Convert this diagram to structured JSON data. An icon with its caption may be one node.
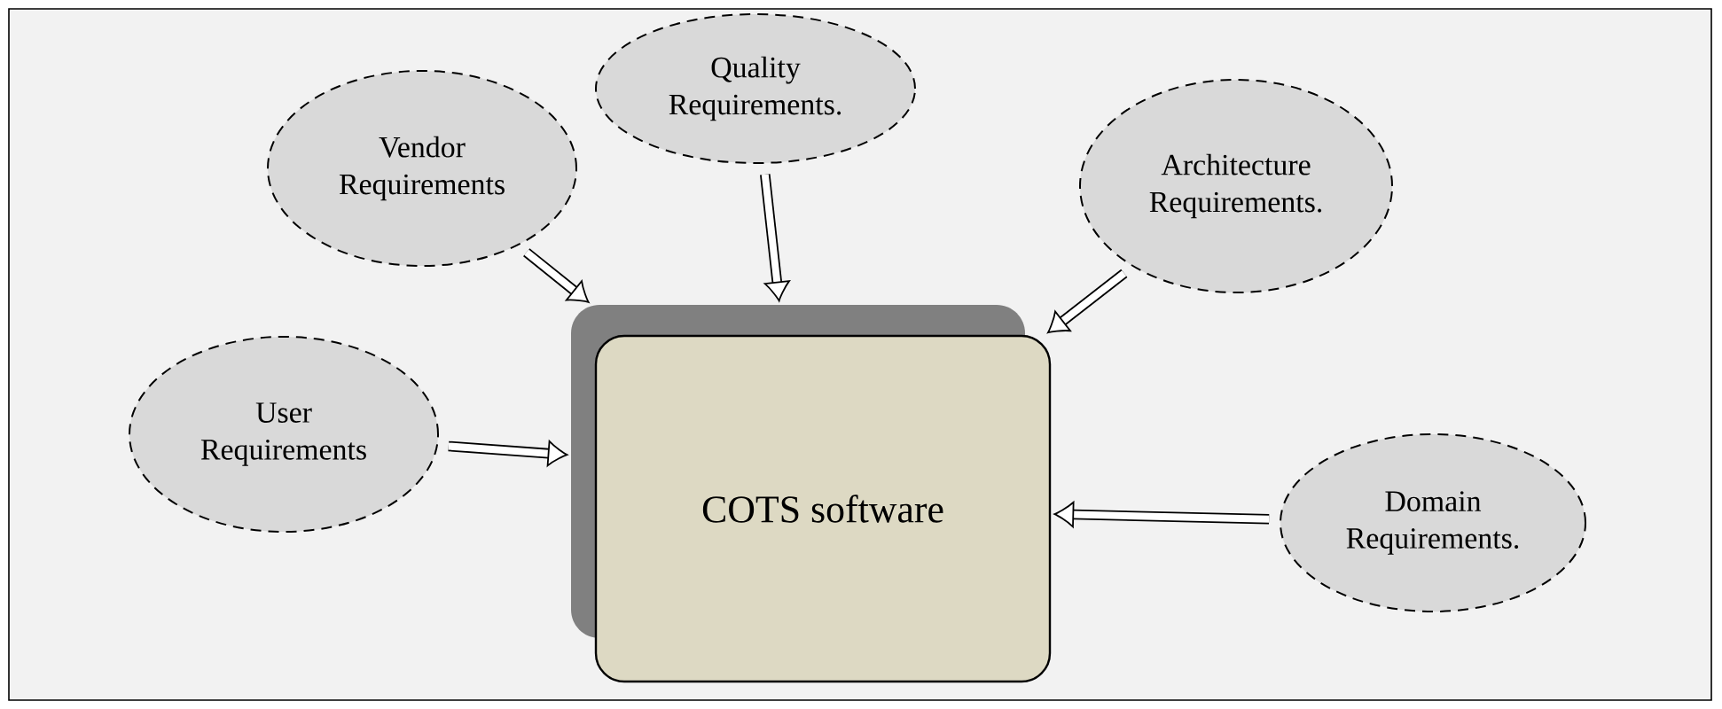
{
  "diagram": {
    "nodes": [
      {
        "text": [
          "Vendor Requirements"
        ]
      },
      {
        "text": [
          "Quality Requirements."
        ]
      },
      {
        "text": [
          "Architecture Requirements."
        ]
      },
      {
        "text": [
          "User Requirements"
        ]
      },
      {
        "text": [
          "Domain Requirements."
        ]
      },
      {
        "text": [
          "COTS software"
        ]
      }
    ],
    "edges": [
      {
        "from": 0,
        "to": 5,
        "arrow": "to"
      },
      {
        "from": 1,
        "to": 5,
        "arrow": "to"
      },
      {
        "from": 2,
        "to": 5,
        "arrow": "to"
      },
      {
        "from": 3,
        "to": 5,
        "arrow": "to"
      },
      {
        "from": 4,
        "to": 5,
        "arrow": "to"
      }
    ]
  }
}
